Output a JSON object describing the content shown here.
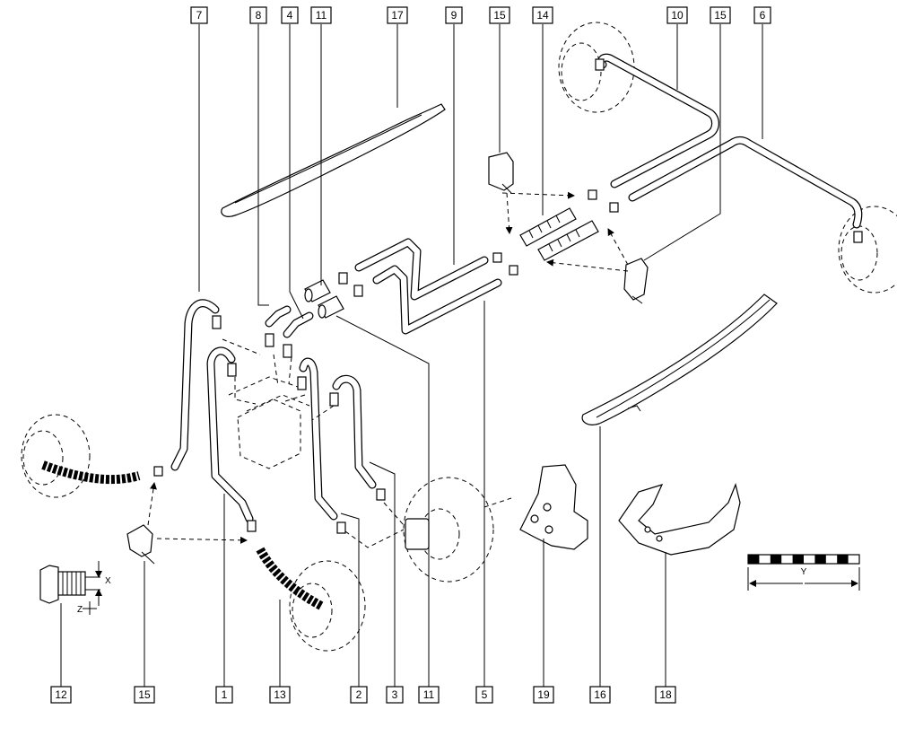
{
  "callouts": {
    "top": [
      "7",
      "8",
      "4",
      "11",
      "17",
      "9",
      "15",
      "14",
      "10",
      "15",
      "6"
    ],
    "bottom": [
      "12",
      "15",
      "1",
      "13",
      "2",
      "3",
      "11",
      "5",
      "19",
      "16",
      "18"
    ]
  },
  "detail": {
    "x_label": "X",
    "z_label": "Z",
    "y_label": "Y"
  }
}
